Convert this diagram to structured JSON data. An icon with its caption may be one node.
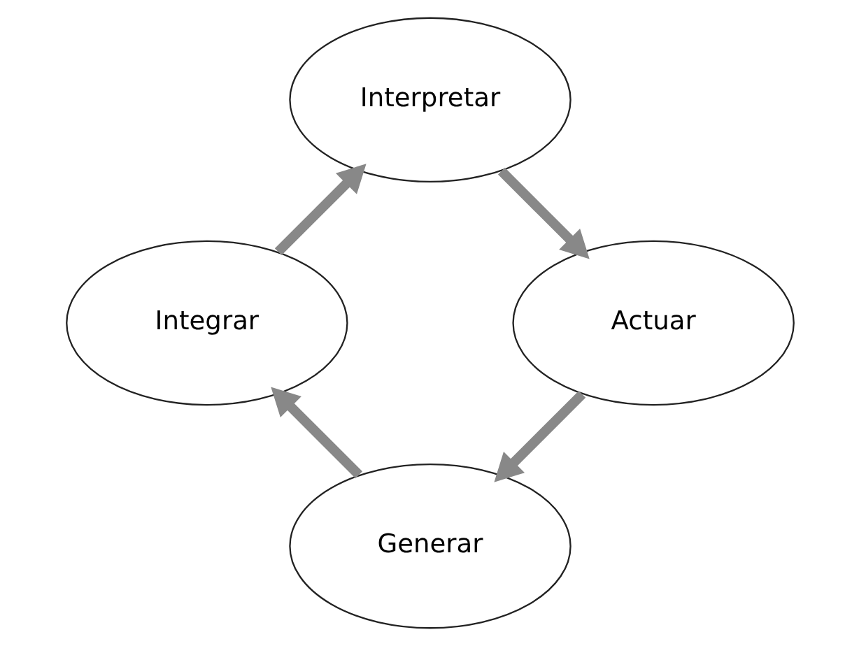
{
  "diagram": {
    "nodes": [
      {
        "text": [
          "Generar"
        ]
      },
      {
        "text": [
          "Integrar"
        ]
      },
      {
        "text": [
          "Interpretar"
        ]
      },
      {
        "text": [
          "Actuar"
        ]
      }
    ],
    "edges": [
      {
        "from": 0,
        "to": 1,
        "arrow": "to"
      },
      {
        "from": 1,
        "to": 2,
        "arrow": "to"
      },
      {
        "from": 2,
        "to": 3,
        "arrow": "to"
      },
      {
        "from": 3,
        "to": 0,
        "arrow": "to"
      }
    ]
  }
}
